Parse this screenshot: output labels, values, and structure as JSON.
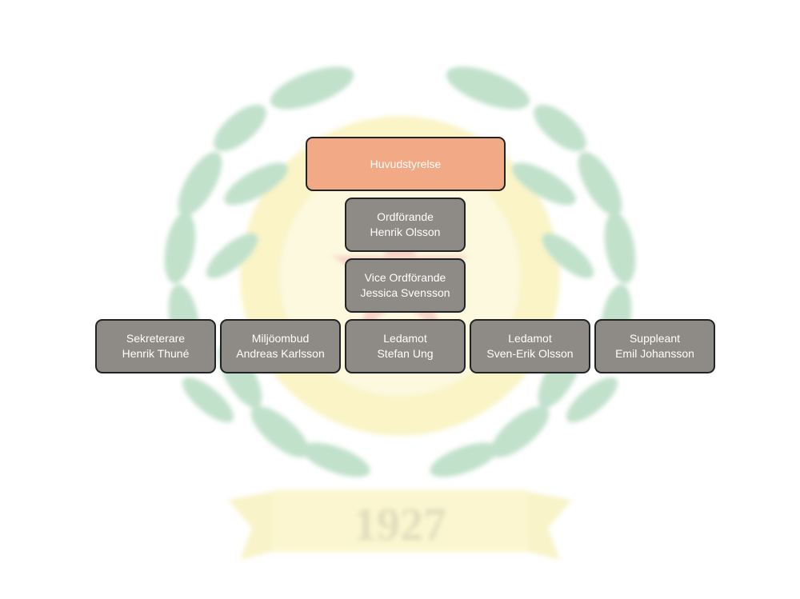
{
  "colors": {
    "root_box": "#f2a985",
    "member_box": "#8e8a85",
    "border": "#1f2326",
    "text": "#ffffff"
  },
  "emblem": {
    "year": "1927"
  },
  "org": {
    "root": {
      "title": "Huvudstyrelse"
    },
    "chair": {
      "role": "Ordförande",
      "name": "Henrik Olsson"
    },
    "vice_chair": {
      "role": "Vice Ordförande",
      "name": "Jessica Svensson"
    },
    "members": [
      {
        "role": "Sekreterare",
        "name": "Henrik Thuné"
      },
      {
        "role": "Miljöombud",
        "name": "Andreas Karlsson"
      },
      {
        "role": "Ledamot",
        "name": "Stefan Ung"
      },
      {
        "role": "Ledamot",
        "name": "Sven-Erik Olsson"
      },
      {
        "role": "Suppleant",
        "name": "Emil Johansson"
      }
    ]
  }
}
